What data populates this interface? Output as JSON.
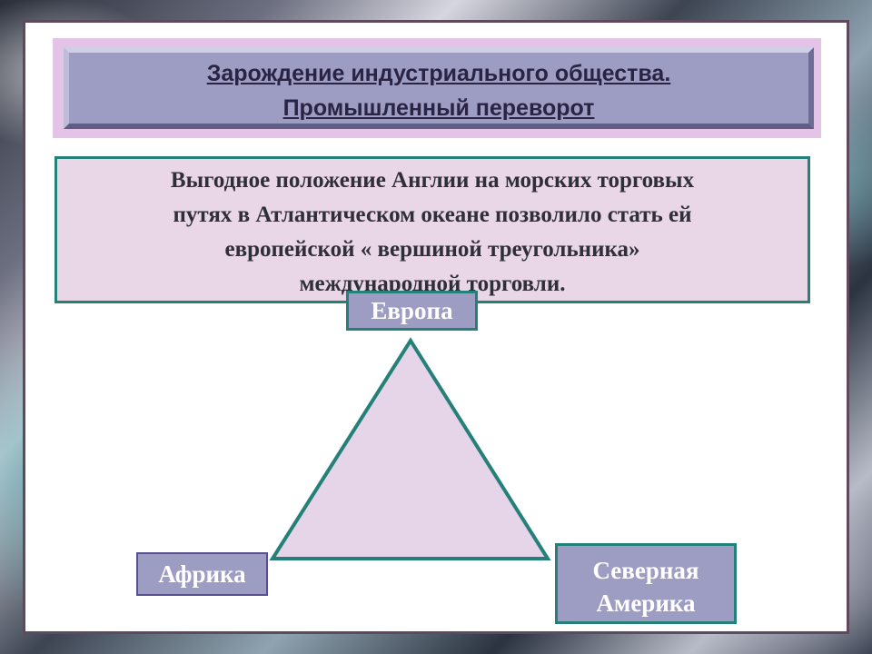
{
  "slide": {
    "title_line1": "Зарождение индустриального общества.",
    "title_line2": "Промышленный переворот"
  },
  "statement": {
    "line1": "Выгодное положение Англии на морских торговых",
    "line2": "путях в Атлантическом океане позволило стать ей",
    "line3": "европейской « вершиной треугольника»",
    "line4": "международной торговли."
  },
  "triangle": {
    "top": "Европа",
    "left": "Африка",
    "right_line1": "Северная",
    "right_line2": "Америка"
  },
  "colors": {
    "frame_border": "#5e4a5c",
    "title_fill": "#9d9cc2",
    "title_outer": "#e4c4e6",
    "statement_fill": "#e9d6e6",
    "teal_border": "#26807a",
    "triangle_fill": "#e6d4e8"
  }
}
